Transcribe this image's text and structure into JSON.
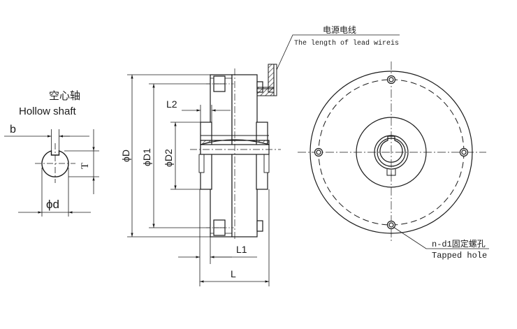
{
  "hollow_shaft": {
    "title_cn": "空心轴",
    "title_en": "Hollow shaft",
    "label_b": "b",
    "label_t": "T",
    "label_d": "ϕd"
  },
  "side_view": {
    "label_D": "ϕD",
    "label_D1": "ϕD1",
    "label_D2": "ϕD2",
    "label_L2": "L2",
    "label_L1": "L1",
    "label_L": "L"
  },
  "lead_wire": {
    "label_cn": "电源电线",
    "label_en": "The length of lead wireis"
  },
  "tapped_hole": {
    "label_cn": "n-d1固定螺孔",
    "label_en": "Tapped hole"
  },
  "colors": {
    "line": "#1a1a1a",
    "fill": "#ffffff"
  }
}
